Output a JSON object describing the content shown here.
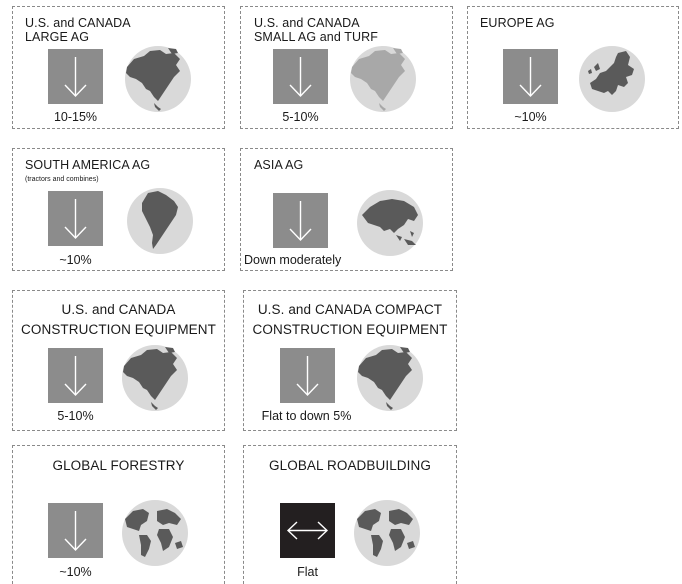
{
  "panels": [
    {
      "title": [
        "U.S. and CANADA",
        "LARGE AG"
      ],
      "value": "10-15%",
      "icon": "down-arrow-icon",
      "globe": "north-america-globe-icon"
    },
    {
      "title": [
        "U.S. and CANADA",
        "SMALL AG and TURF"
      ],
      "value": "5-10%",
      "icon": "down-arrow-icon",
      "globe": "north-america-globe-icon"
    },
    {
      "title": [
        "EUROPE AG"
      ],
      "value": "~10%",
      "icon": "down-arrow-icon",
      "globe": "europe-globe-icon"
    },
    {
      "title": [
        "SOUTH AMERICA AG"
      ],
      "subnote": "(tractors and combines)",
      "value": "~10%",
      "icon": "down-arrow-icon",
      "globe": "south-america-globe-icon"
    },
    {
      "title": [
        "ASIA AG"
      ],
      "value": "Down moderately",
      "icon": "down-arrow-icon",
      "globe": "asia-globe-icon"
    },
    {
      "title": [
        "U.S. and CANADA",
        "CONSTRUCTION EQUIPMENT"
      ],
      "value": "5-10%",
      "icon": "down-arrow-icon",
      "globe": "north-america-globe-icon"
    },
    {
      "title": [
        "U.S. and CANADA COMPACT",
        "CONSTRUCTION EQUIPMENT"
      ],
      "value": "Flat to down 5%",
      "icon": "down-arrow-icon",
      "globe": "north-america-globe-icon"
    },
    {
      "title": [
        "GLOBAL FORESTRY"
      ],
      "value": "~10%",
      "icon": "down-arrow-icon",
      "globe": "world-globe-icon"
    },
    {
      "title": [
        "GLOBAL ROADBUILDING"
      ],
      "value": "Flat",
      "icon": "left-right-arrow-icon",
      "globe": "world-globe-icon"
    }
  ],
  "colors": {
    "arrow_box": "#8c8c8c",
    "flat_box": "#231f20",
    "globe_fill": "#d9d9d9",
    "land_fill": "#5a5a5a",
    "border": "#8a8a8a"
  }
}
